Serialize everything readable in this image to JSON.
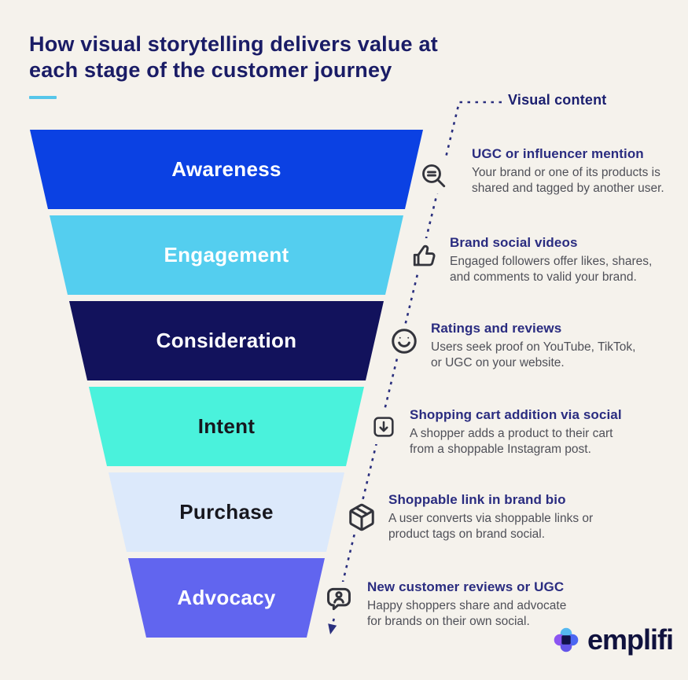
{
  "page": {
    "background": "#F5F2EC"
  },
  "header": {
    "title": "How visual storytelling delivers value at\neach stage of the customer journey",
    "title_color": "#1A1C66",
    "accent_dash_color": "#56C6EA"
  },
  "legend": {
    "label": "Visual content",
    "color": "#1C2070",
    "line_color": "#2A2F7E"
  },
  "funnel": {
    "stages": [
      {
        "label": "Awareness",
        "color": "#0B41E3",
        "text_color": "#FFFFFF"
      },
      {
        "label": "Engagement",
        "color": "#54CEEF",
        "text_color": "#FFFFFF"
      },
      {
        "label": "Consideration",
        "color": "#12125C",
        "text_color": "#FFFFFF"
      },
      {
        "label": "Intent",
        "color": "#4AF2DC",
        "text_color": "#17171E"
      },
      {
        "label": "Purchase",
        "color": "#DCE9FB",
        "text_color": "#17171E"
      },
      {
        "label": "Advocacy",
        "color": "#6165EF",
        "text_color": "#FFFFFF"
      }
    ]
  },
  "items": [
    {
      "icon": "search-mention-icon",
      "title": "UGC or influencer mention",
      "description": "Your brand or one of its products is\nshared and tagged by another user."
    },
    {
      "icon": "thumbs-up-icon",
      "title": "Brand social videos",
      "description": "Engaged followers offer likes, shares,\nand comments to valid your brand."
    },
    {
      "icon": "smiley-face-icon",
      "title": "Ratings and reviews",
      "description": "Users seek proof on YouTube, TikTok,\nor UGC on your website."
    },
    {
      "icon": "arrow-down-box-icon",
      "title": "Shopping cart addition via social",
      "description": "A shopper adds a product to their cart\nfrom a shoppable Instagram post."
    },
    {
      "icon": "package-box-icon",
      "title": "Shoppable link in brand bio",
      "description": "A user converts via shoppable links or\nproduct tags on brand social."
    },
    {
      "icon": "person-bubble-icon",
      "title": "New customer reviews or UGC",
      "description": "Happy shoppers share and advocate\nfor brands on their own social."
    }
  ],
  "item_style": {
    "title_color": "#2A2C80",
    "description_color": "#4F5058"
  },
  "footer": {
    "brand_name": "emplifi",
    "brand_text_color": "#10123E",
    "logo_petal_top": "#55B8F1",
    "logo_petal_right": "#4B66F2",
    "logo_petal_bottom": "#6355E9",
    "logo_petal_left": "#8C55F2",
    "logo_center": "#10124B"
  }
}
